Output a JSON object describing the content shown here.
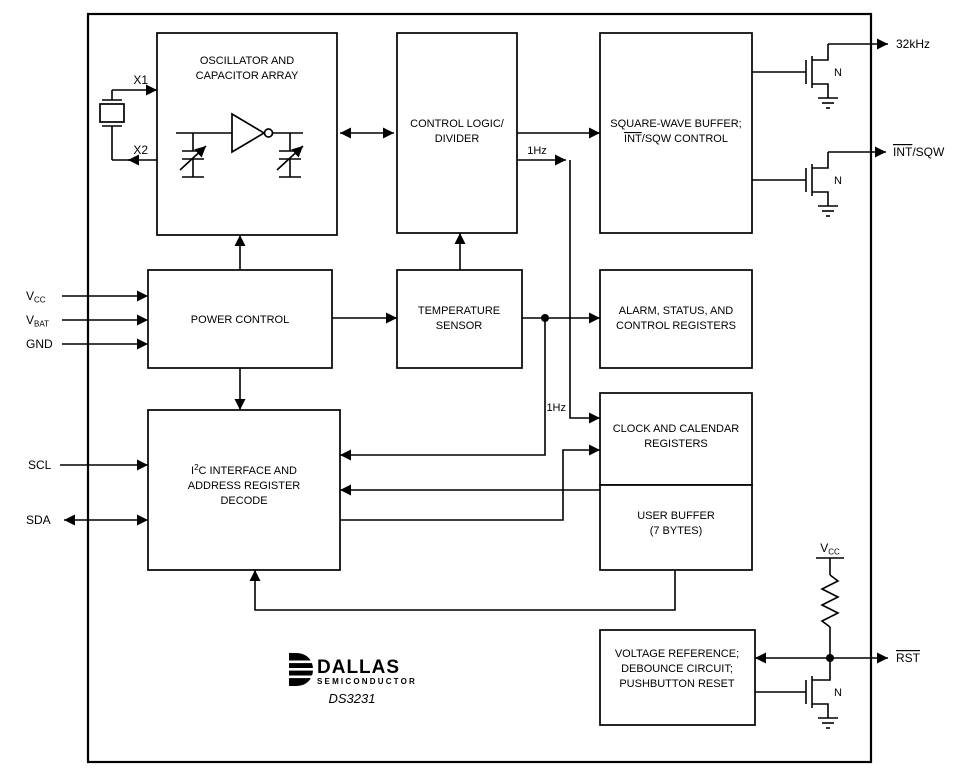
{
  "blocks": {
    "oscillator": {
      "line1": "OSCILLATOR AND",
      "line2": "CAPACITOR ARRAY"
    },
    "control_logic": {
      "line1": "CONTROL LOGIC/",
      "line2": "DIVIDER"
    },
    "sqw_buffer": {
      "line1": "SQUARE-WAVE BUFFER;",
      "line2_overline": "INT",
      "line2_rest": "/SQW CONTROL"
    },
    "power_control": {
      "line1": "POWER CONTROL"
    },
    "temp_sensor": {
      "line1": "TEMPERATURE",
      "line2": "SENSOR"
    },
    "alarm_registers": {
      "line1": "ALARM, STATUS, AND",
      "line2": "CONTROL REGISTERS"
    },
    "i2c_interface": {
      "line1_pre": "I",
      "line1_sup": "2",
      "line1_post": "C INTERFACE AND",
      "line2": "ADDRESS REGISTER",
      "line3": "DECODE"
    },
    "clock_calendar": {
      "line1": "CLOCK AND CALENDAR",
      "line2": "REGISTERS"
    },
    "user_buffer": {
      "line1": "USER BUFFER",
      "line2": "(7 BYTES)"
    },
    "voltage_reference": {
      "line1": "VOLTAGE REFERENCE;",
      "line2": "DEBOUNCE CIRCUIT;",
      "line3": "PUSHBUTTON RESET"
    }
  },
  "pins": {
    "vcc_main": "V",
    "vcc_sub": "CC",
    "vbat_main": "V",
    "vbat_sub": "BAT",
    "gnd": "GND",
    "scl": "SCL",
    "sda": "SDA",
    "x1": "X1",
    "x2": "X2",
    "out_32khz": "32kHz",
    "int_overline": "INT",
    "int_rest": "/SQW",
    "rst": "RST",
    "pullup_vcc_main": "V",
    "pullup_vcc_sub": "CC"
  },
  "signals": {
    "hz1_first": "1Hz",
    "hz1_second": "1Hz",
    "fet1_type": "N",
    "fet2_type": "N",
    "fet3_type": "N"
  },
  "logo": {
    "brand": "DALLAS",
    "division": "SEMICONDUCTOR",
    "part_number": "DS3231"
  },
  "colors": {
    "ink": "#000000",
    "background": "#ffffff"
  }
}
